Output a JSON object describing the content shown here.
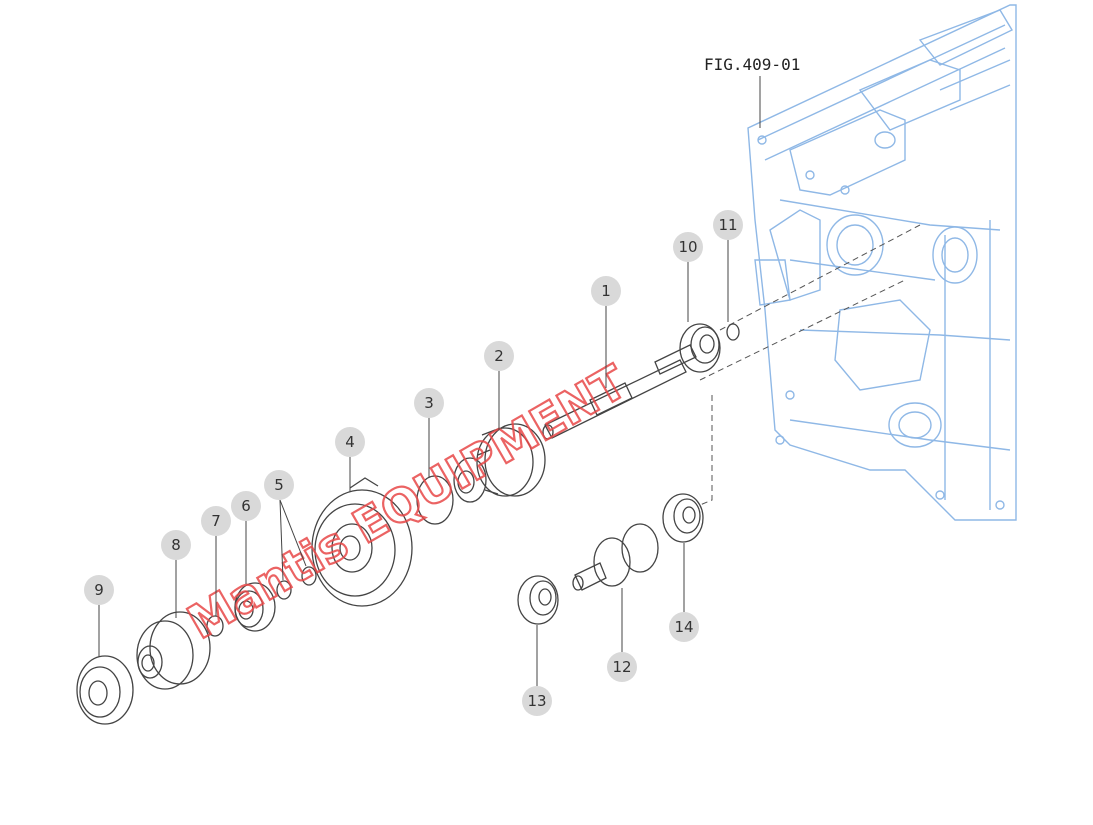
{
  "figure": {
    "label": "FIG.409-01"
  },
  "callouts": [
    {
      "id": "c1",
      "number": "1"
    },
    {
      "id": "c2",
      "number": "2"
    },
    {
      "id": "c3",
      "number": "3"
    },
    {
      "id": "c4",
      "number": "4"
    },
    {
      "id": "c5",
      "number": "5"
    },
    {
      "id": "c6",
      "number": "6"
    },
    {
      "id": "c7",
      "number": "7"
    },
    {
      "id": "c8",
      "number": "8"
    },
    {
      "id": "c9",
      "number": "9"
    },
    {
      "id": "c10",
      "number": "10"
    },
    {
      "id": "c11",
      "number": "11"
    },
    {
      "id": "c12",
      "number": "12"
    },
    {
      "id": "c13",
      "number": "13"
    },
    {
      "id": "c14",
      "number": "14"
    }
  ],
  "watermark": {
    "text": "Mantis EQUIPMENT",
    "color": "#e84848"
  },
  "colors": {
    "housing": "#8fb8e6",
    "parts": "#444444",
    "callout_fill": "#d9d9d9"
  }
}
